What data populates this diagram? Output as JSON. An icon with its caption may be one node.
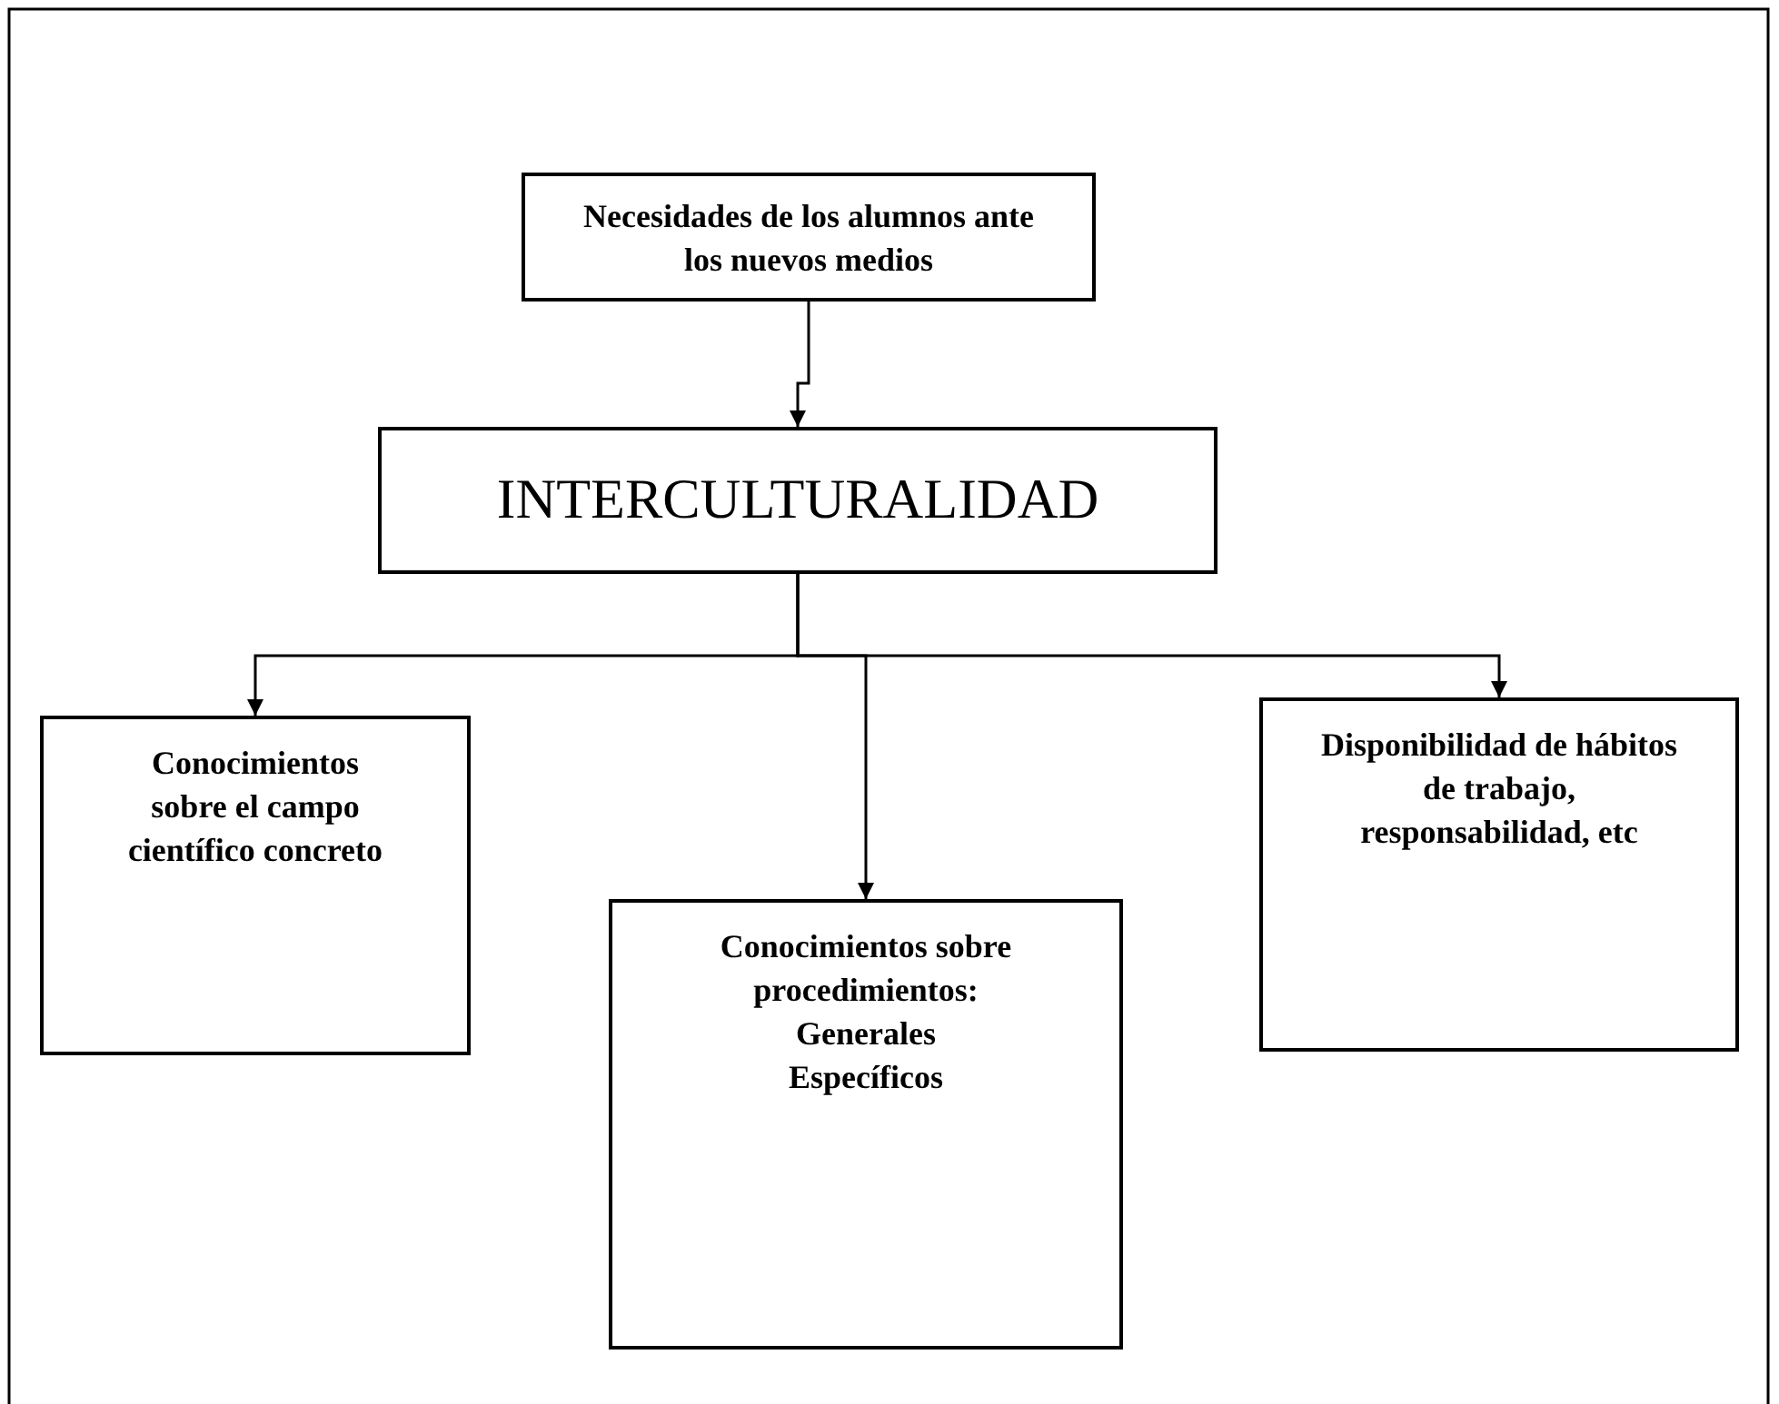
{
  "diagram": {
    "nodes": [
      {
        "text": [
          "Necesidades de los alumnos ante los nuevos medios"
        ]
      },
      {
        "text": [
          "INTERCULTURALIDAD"
        ]
      },
      {
        "text": [
          "Conocimientos sobre el campo científico concreto"
        ]
      },
      {
        "text": [
          "Conocimientos sobre procedimientos:",
          "Generales",
          "Específicos"
        ]
      },
      {
        "text": [
          "Disponibilidad de hábitos de trabajo, responsabilidad, etc"
        ]
      }
    ],
    "edges": [
      {
        "from": 0,
        "to": 1,
        "arrow": "to"
      },
      {
        "from": 1,
        "to": 2,
        "arrow": "to"
      },
      {
        "from": 1,
        "to": 3,
        "arrow": "to"
      },
      {
        "from": 1,
        "to": 4,
        "arrow": "to"
      }
    ]
  }
}
